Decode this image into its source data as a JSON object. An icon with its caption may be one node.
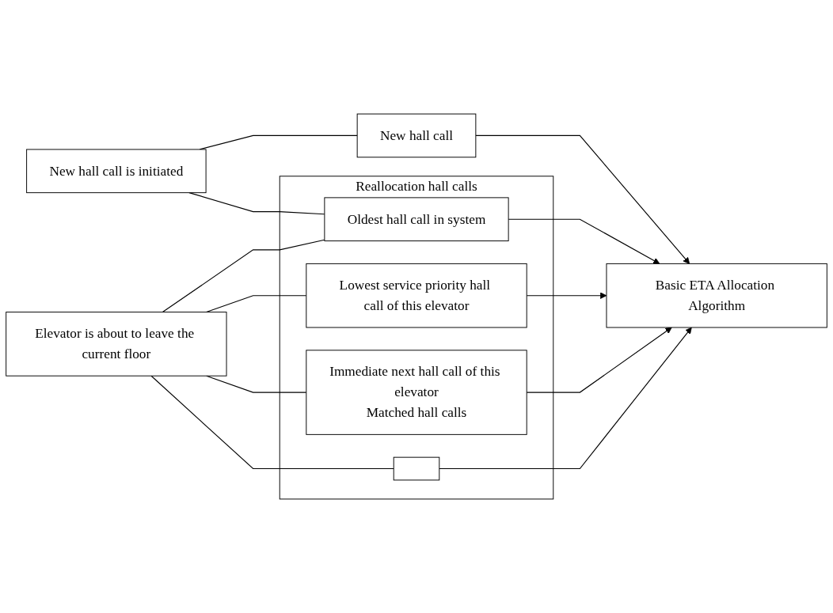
{
  "diagram": {
    "nodes": [
      {
        "text": [
          "New hall call is initiated"
        ]
      },
      {
        "text": [
          "Elevator is about to leave the current floor"
        ]
      },
      {
        "text": [
          "New hall call"
        ]
      },
      {
        "text": [
          "Reallocation hall calls"
        ]
      },
      {
        "text": [
          "Oldest hall call in system"
        ],
        "in": 3
      },
      {
        "text": [
          "Lowest service priority hall call of this elevator"
        ],
        "in": 3
      },
      {
        "text": [
          "Immediate next hall call of this elevator",
          "Matched hall calls"
        ],
        "in": 3
      },
      {
        "text": [],
        "shape": "box",
        "in": 3
      },
      {
        "text": [
          "Basic ETA Allocation Algorithm"
        ]
      }
    ],
    "edges": [
      {
        "from": 0,
        "to": 2,
        "arrow": "none"
      },
      {
        "from": 0,
        "to": 4,
        "arrow": "none"
      },
      {
        "from": 1,
        "to": 4,
        "arrow": "none"
      },
      {
        "from": 1,
        "to": 5,
        "arrow": "none"
      },
      {
        "from": 1,
        "to": 6,
        "arrow": "none"
      },
      {
        "from": 1,
        "to": 7,
        "arrow": "none"
      },
      {
        "from": 2,
        "to": 8,
        "arrow": "to"
      },
      {
        "from": 4,
        "to": 8,
        "arrow": "to"
      },
      {
        "from": 5,
        "to": 8,
        "arrow": "to"
      },
      {
        "from": 6,
        "to": 8,
        "arrow": "to"
      },
      {
        "from": 7,
        "to": 8,
        "arrow": "to"
      }
    ]
  }
}
